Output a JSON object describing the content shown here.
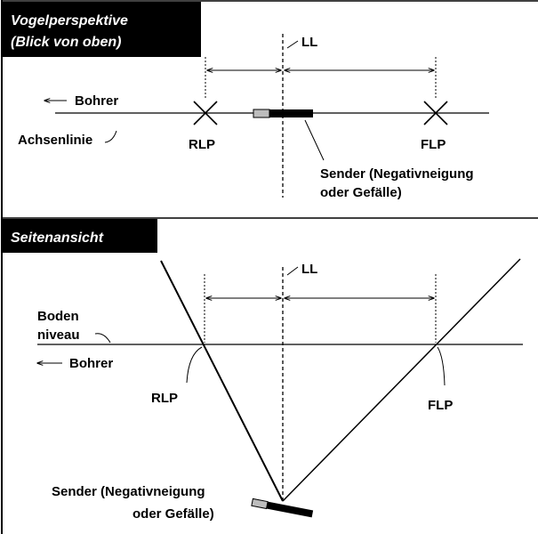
{
  "top_panel": {
    "title_line1": "Vogelperspektive",
    "title_line2": "(Blick von oben)",
    "ll": "LL",
    "bohrer": "Bohrer",
    "achsenlinie": "Achsenlinie",
    "rlp": "RLP",
    "flp": "FLP",
    "sender_line1": "Sender (Negativneigung",
    "sender_line2": "oder Gefälle)"
  },
  "side_panel": {
    "title": "Seitenansicht",
    "ll": "LL",
    "boden_line1": "Boden",
    "boden_line2": "niveau",
    "bohrer": "Bohrer",
    "rlp": "RLP",
    "flp": "FLP",
    "sender_line1": "Sender (Negativneigung",
    "sender_line2": "oder Gefälle)"
  },
  "colors": {
    "title_bg": "#000000",
    "sender_tail": "#bdbdbd"
  }
}
